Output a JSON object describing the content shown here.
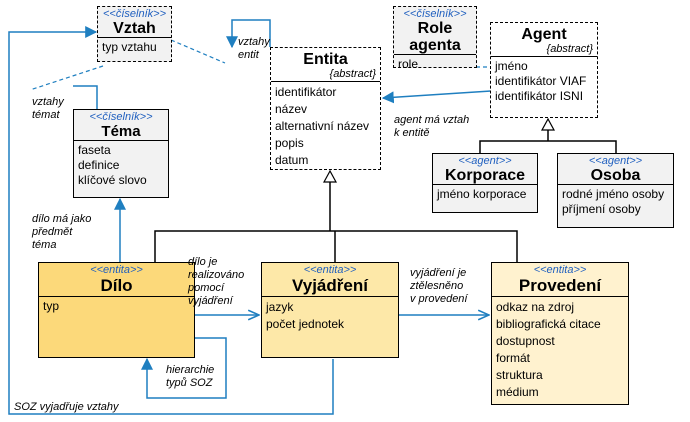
{
  "classes": {
    "vztah": {
      "stereotype": "<<číselník>>",
      "name": "Vztah",
      "attributes": [
        "typ vztahu"
      ]
    },
    "role_agenta": {
      "stereotype": "<<číselník>>",
      "name": "Role agenta",
      "attributes": [
        "role"
      ]
    },
    "agent": {
      "stereotype": "",
      "name": "Agent",
      "modifier": "{abstract}",
      "attributes": [
        "jméno",
        "identifikátor VIAF",
        "identifikátor ISNI"
      ]
    },
    "entita": {
      "stereotype": "",
      "name": "Entita",
      "modifier": "{abstract}",
      "attributes": [
        "identifikátor",
        "název",
        "alternativní název",
        "popis",
        "datum"
      ]
    },
    "tema": {
      "stereotype": "<<číselník>>",
      "name": "Téma",
      "attributes": [
        "faseta",
        "definice",
        "klíčové slovo"
      ]
    },
    "korporace": {
      "stereotype": "<<agent>>",
      "name": "Korporace",
      "attributes": [
        "jméno korporace"
      ]
    },
    "osoba": {
      "stereotype": "<<agent>>",
      "name": "Osoba",
      "attributes": [
        "rodné jméno osoby",
        "příjmení osoby"
      ]
    },
    "dilo": {
      "stereotype": "<<entita>>",
      "name": "Dílo",
      "attributes": [
        "typ"
      ]
    },
    "vyjadreni": {
      "stereotype": "<<entita>>",
      "name": "Vyjádření",
      "attributes": [
        "jazyk",
        "počet jednotek"
      ]
    },
    "provedeni": {
      "stereotype": "<<entita>>",
      "name": "Provedení",
      "attributes": [
        "odkaz na zdroj",
        "bibliografická citace",
        "dostupnost",
        "formát",
        "struktura",
        "médium"
      ]
    }
  },
  "labels": {
    "vztahy_entit": "vztahy\nentit",
    "vztahy_temat": "vztahy\ntémat",
    "agent_ma_vztah": "agent má vztah\nk entitě",
    "dilo_ma_jako": "dílo má jako\npředmět\ntéma",
    "dilo_je_realizovano": "dílo je\nrealizováno\npomocí\nvyjádření",
    "vyjadreni_je_ztelesneno": "vyjádření je\nztělesněno\nv provedení",
    "hierarchie": "hierarchie\ntypů SOZ",
    "soz_vyjadruje": "SOZ vyjadřuje vztahy"
  },
  "colors": {
    "line": "#1f7fc0",
    "stereotype": "#1f5fbf",
    "dilo_fill": "#fcd97a",
    "vyjadreni_fill": "#fde8a8",
    "provedeni_fill": "#fff2cf",
    "codelist_fill": "#f2f2f2"
  }
}
